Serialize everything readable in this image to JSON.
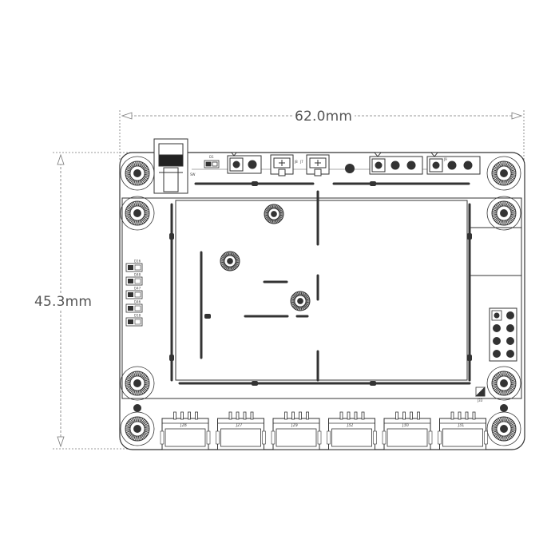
{
  "dimensions": {
    "width_label": "62.0mm",
    "height_label": "45.3mm"
  },
  "connectors": {
    "bottom": [
      "J28",
      "J27",
      "J29",
      "J32",
      "J30",
      "J31"
    ],
    "j33": "J33"
  },
  "components": {
    "top_labels": [
      "D1",
      "J8",
      "J7",
      "J9"
    ],
    "led_labels": [
      "D16",
      "D48",
      "D47",
      "D46",
      "D18"
    ],
    "switch_label": "SW"
  },
  "colors": {
    "line": "#333333",
    "dim": "#666666"
  }
}
